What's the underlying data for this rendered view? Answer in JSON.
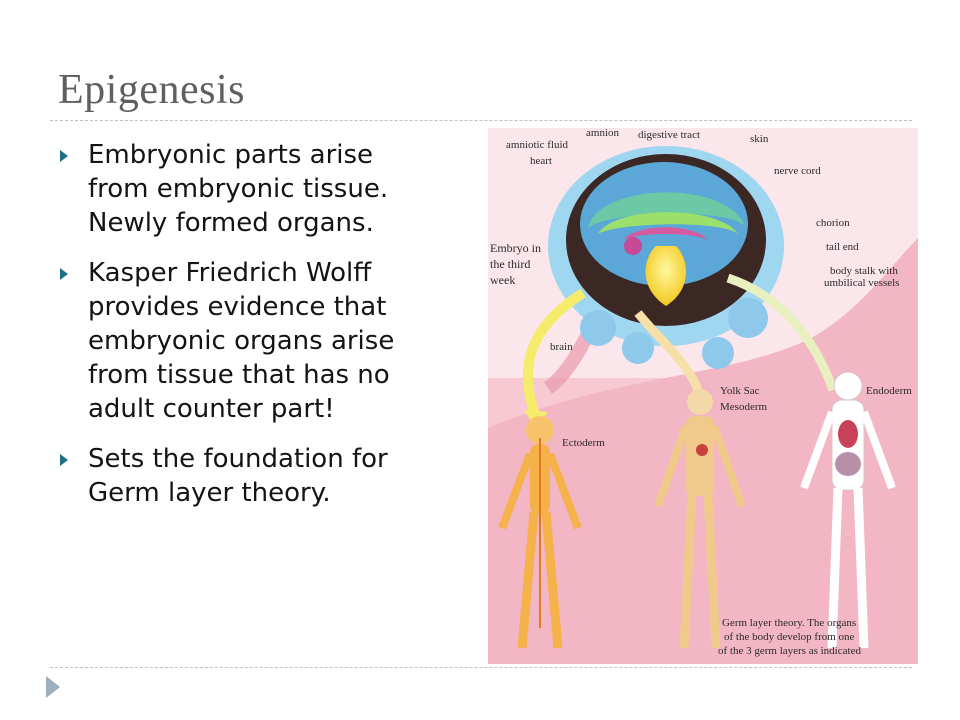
{
  "slide": {
    "title": "Epigenesis",
    "bullets": [
      "Embryonic parts arise from embryonic tissue. Newly formed organs.",
      "Kasper Friedrich Wolff provides evidence that embryonic organs arise from tissue that has no adult counter part!",
      "Sets the foundation for Germ layer theory."
    ]
  },
  "figure": {
    "labels": {
      "amnion": "amnion",
      "amniotic_fluid": "amniotic fluid",
      "heart": "heart",
      "digestive_tract": "digestive tract",
      "skin": "skin",
      "nerve_cord": "nerve cord",
      "chorion": "chorion",
      "tail_end": "tail end",
      "body_stalk_1": "body stalk with",
      "body_stalk_2": "umbilical vessels",
      "embryo_1": "Embryo in",
      "embryo_2": "the third",
      "embryo_3": "week",
      "brain": "brain",
      "yolk_sac": "Yolk Sac",
      "mesoderm": "Mesoderm",
      "endoderm": "Endoderm",
      "ectoderm": "Ectoderm"
    },
    "caption": [
      "Germ layer theory.  The organs",
      "of the body develop from one",
      "of the 3 germ layers as indicated"
    ]
  },
  "colors": {
    "title": "#5f5f5f",
    "bullet_marker": "#1f6e86",
    "rule": "#b9c4c9",
    "figure_background": "#f6c9d3"
  }
}
